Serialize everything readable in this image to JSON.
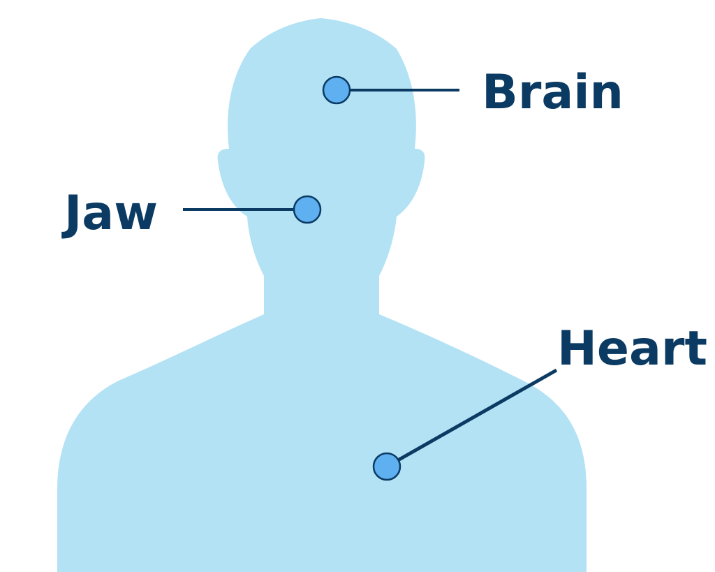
{
  "colors": {
    "background": "#ffffff",
    "silhouette": "#b3e2f5",
    "line": "#0b3a63",
    "marker_fill": "#5fb0f0",
    "marker_stroke": "#0b3a63",
    "label": "#0b3a63"
  },
  "labels": {
    "brain": "Brain",
    "jaw": "Jaw",
    "heart": "Heart"
  }
}
